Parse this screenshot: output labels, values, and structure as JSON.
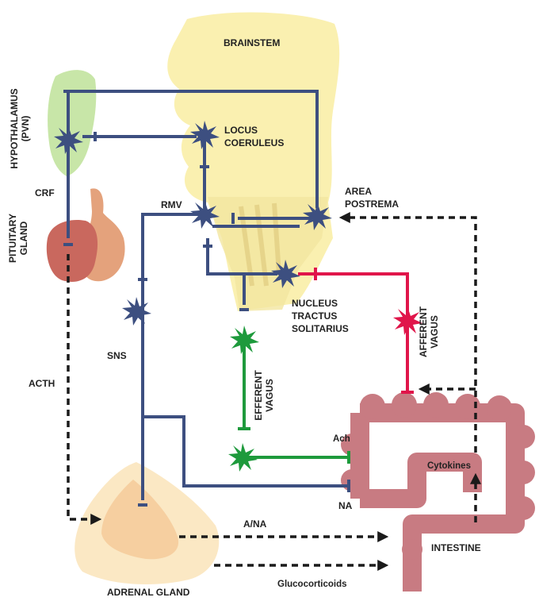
{
  "labels": {
    "brainstem": "BRAINSTEM",
    "hypothalamus_1": "HYPOTHALAMUS",
    "hypothalamus_2": "(PVN)",
    "locus_1": "LOCUS",
    "locus_2": "COERULEUS",
    "crf": "CRF",
    "rmv": "RMV",
    "area_1": "AREA",
    "area_2": "POSTREMA",
    "pituitary_1": "PITUITARY",
    "pituitary_2": "GLAND",
    "nts_1": "NUCLEUS",
    "nts_2": "TRACTUS",
    "nts_3": "SOLITARIUS",
    "afferent_1": "AFFERENT",
    "afferent_2": "VAGUS",
    "sns": "SNS",
    "efferent_1": "EFFERENT",
    "efferent_2": "VAGUS",
    "acth": "ACTH",
    "ach": "Ach",
    "cytokines": "Cytokines",
    "na": "NA",
    "ana": "A/NA",
    "intestine": "INTESTINE",
    "adrenal": "ADRENAL GLAND",
    "glucocorticoids": "Glucocorticoids"
  },
  "colors": {
    "brainstem": "#faf0b0",
    "hypothalamus": "#c8e6a8",
    "pituitary_anterior": "#c9685e",
    "pituitary_posterior": "#e4a27c",
    "adrenal_outer": "#fbe8c4",
    "adrenal_inner": "#f6cfa0",
    "intestine": "#c87b82",
    "sympathetic_neuron": "#3d4f80",
    "efferent_vagus": "#1e9a3c",
    "afferent_vagus": "#e0154a",
    "hormonal_signal": "#1a1a1a"
  }
}
